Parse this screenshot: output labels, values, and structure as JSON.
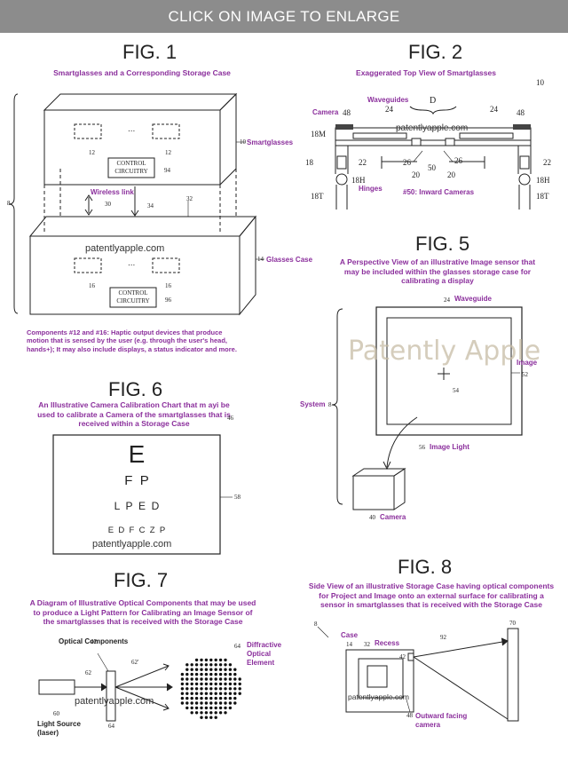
{
  "banner": "CLICK ON IMAGE TO ENLARGE",
  "fig1": {
    "title": "FIG. 1",
    "caption": "Smartglasses and a Corresponding Storage Case",
    "smartglasses_label": "Smartglasses",
    "wireless_label": "Wireless link",
    "case_label": "Glasses Case",
    "control1": "CONTROL CIRCUITRY",
    "control2": "CONTROL CIRCUITRY",
    "watermark": "patentlyapple.com",
    "note": "Components #12 and #16: Haptic output devices that produce motion that is sensed by the user (e.g. through the user's head, hands+); It may also include displays, a status indicator and more.",
    "nums": [
      "8",
      "10",
      "12",
      "12",
      "94",
      "30",
      "34",
      "32",
      "14",
      "16",
      "16",
      "96"
    ],
    "ellipsis": "..."
  },
  "fig2": {
    "title": "FIG. 2",
    "caption": "Exaggerated  Top View of Smartglasses",
    "camera_label": "Camera",
    "waveguides_label": "Waveguides",
    "hinges_label": "Hinges",
    "inward_label": "#50: Inward Cameras",
    "watermark": "patentlyapple.com",
    "D": "D",
    "nums": [
      "10",
      "48",
      "24",
      "24",
      "48",
      "18M",
      "18",
      "22",
      "26",
      "26",
      "22",
      "20",
      "50",
      "20",
      "18H",
      "18H",
      "18T",
      "18T"
    ]
  },
  "fig5": {
    "title": "FIG. 5",
    "caption": "A Perspective View of an illustrative Image sensor that may be included within the glasses storage case for calibrating a display",
    "waveguide_label": "Waveguide",
    "image_label": "Image",
    "system_label": "System",
    "image_light_label": "Image Light",
    "camera_label": "Camera",
    "watermark": "Patently Apple",
    "nums": [
      "24",
      "52",
      "54",
      "8",
      "56",
      "40"
    ]
  },
  "fig6": {
    "title": "FIG. 6",
    "caption": "An Illustrative Camera Calibration Chart that m ayi be used to calibrate a Camera of the smartglasses that is received within a Storage Case",
    "rows": [
      "E",
      "F  P",
      "L  P  E  D",
      "E  D  F  C  Z  P"
    ],
    "watermark": "patentlyapple.com",
    "nums": [
      "46",
      "58"
    ]
  },
  "fig7": {
    "title": "FIG. 7",
    "caption": "A Diagram of Illustrative Optical Components that may be used to produce a Light Pattern for Calibrating an Image Sensor of the smartglasses that is received with the Storage Case",
    "optical_label": "Optical Components",
    "diffractive_label": "Diffractive Optical Element",
    "light_source_label": "Light Source (laser)",
    "watermark": "patentlyapple.com",
    "nums": [
      "42",
      "62'",
      "62",
      "64",
      "60",
      "64"
    ]
  },
  "fig8": {
    "title": "FIG. 8",
    "caption": "Side View of an illustrative Storage Case having optical components for Project and Image onto an external surface for calibrating a sensor in smartglasses that is received with the Storage Case",
    "case_label": "Case",
    "recess_label": "Recess",
    "outward_label": "Outward facing camera",
    "watermark": "patentlyapple.com",
    "nums": [
      "8",
      "14",
      "32",
      "92",
      "70",
      "42",
      "48"
    ]
  }
}
